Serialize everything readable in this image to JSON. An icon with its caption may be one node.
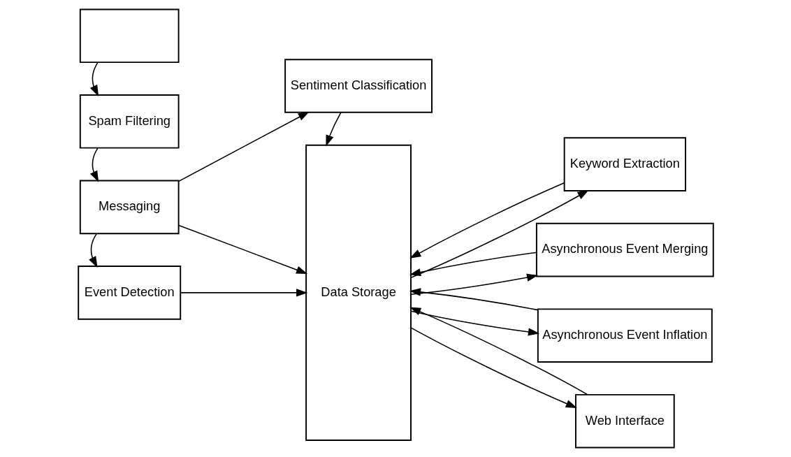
{
  "diagram": {
    "nodes": [
      {
        "text": [],
        "shape": "box"
      },
      {
        "text": [
          "Spam Filtering"
        ]
      },
      {
        "text": [
          "Messaging"
        ]
      },
      {
        "text": [
          "Event Detection"
        ]
      },
      {
        "text": [
          "Sentiment Classification"
        ]
      },
      {
        "text": [
          "Data Storage"
        ]
      },
      {
        "text": [
          "Keyword Extraction"
        ]
      },
      {
        "text": [
          "Asynchronous Event Merging"
        ]
      },
      {
        "text": [
          "Asynchronous Event Inflation"
        ]
      },
      {
        "text": [
          "Web Interface"
        ]
      }
    ],
    "edges": [
      {
        "from": 0,
        "to": 1,
        "arrow": "to"
      },
      {
        "from": 1,
        "to": 2,
        "arrow": "to"
      },
      {
        "from": 2,
        "to": 3,
        "arrow": "to"
      },
      {
        "from": 2,
        "to": 4,
        "arrow": "to"
      },
      {
        "from": 2,
        "to": 5,
        "arrow": "to"
      },
      {
        "from": 3,
        "to": 5,
        "arrow": "to"
      },
      {
        "from": 4,
        "to": 5,
        "arrow": "to"
      },
      {
        "from": 5,
        "to": 6,
        "arrow": "to"
      },
      {
        "from": 6,
        "to": 5,
        "arrow": "to"
      },
      {
        "from": 5,
        "to": 7,
        "arrow": "to"
      },
      {
        "from": 7,
        "to": 5,
        "arrow": "to"
      },
      {
        "from": 8,
        "to": 5,
        "arrow": "to"
      },
      {
        "from": 5,
        "to": 8,
        "arrow": "to"
      },
      {
        "from": 5,
        "to": 9,
        "arrow": "to"
      },
      {
        "from": 9,
        "to": 5,
        "arrow": "to"
      }
    ]
  }
}
